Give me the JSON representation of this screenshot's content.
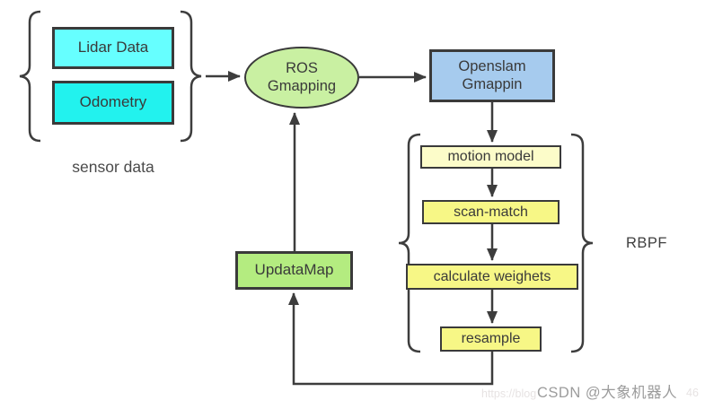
{
  "diagram": {
    "title_hint": "ROS Gmapping SLAM flow diagram",
    "sensor_group": {
      "caption": "sensor data",
      "items": [
        {
          "label": "Lidar Data",
          "fill": "#66ffff"
        },
        {
          "label": "Odometry",
          "fill": "#22f2ee"
        }
      ]
    },
    "ros_gmapping": {
      "line1": "ROS",
      "line2": "Gmapping",
      "fill": "#c9f0a2",
      "shape": "ellipse"
    },
    "openslam": {
      "line1": "Openslam",
      "line2": "Gmappin",
      "fill": "#a6cbee",
      "shape": "rect"
    },
    "update_map": {
      "label": "UpdataMap",
      "fill": "#b4ec80",
      "shape": "rect"
    },
    "pipeline": {
      "caption": "RBPF",
      "steps": [
        {
          "label": "motion model",
          "fill": "#fcfcc9"
        },
        {
          "label": "scan-match",
          "fill": "#f7f786"
        },
        {
          "label": "calculate weighets",
          "fill": "#f7f786"
        },
        {
          "label": "resample",
          "fill": "#f7f786"
        }
      ]
    },
    "flow": [
      "sensor data -> ROS Gmapping",
      "ROS Gmapping -> Openslam Gmappin",
      "Openslam Gmappin -> motion model",
      "motion model -> scan-match",
      "scan-match -> calculate weighets",
      "calculate weighets -> resample",
      "resample -> UpdataMap",
      "UpdataMap -> ROS Gmapping"
    ],
    "colors": {
      "line": "#3d3d3d",
      "border": "#3a3a3a",
      "background": "#ffffff"
    }
  },
  "watermark": {
    "url_fragment_start": "https://blog",
    "url_fragment_end": "46",
    "label": "CSDN @大象机器人"
  }
}
